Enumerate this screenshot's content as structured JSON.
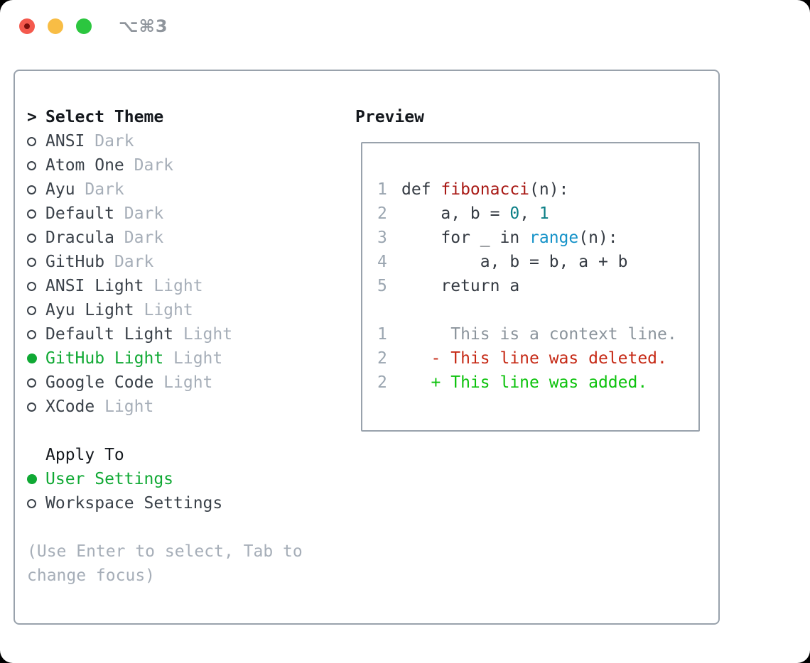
{
  "colors": {
    "accent_green": "#10a934",
    "diff_add_green": "#0cc20c",
    "diff_del_red": "#c62a16",
    "func_red": "#a81814",
    "number_teal": "#0b7f86",
    "builtin_blue": "#1492c8",
    "muted_gray": "#a6aeb8",
    "code_plain": "#343a42",
    "line_number_gray": "#9aa5b0",
    "context_gray": "#8b949c",
    "border_gray": "#99a2ac",
    "text_dark": "#14181d",
    "item_text": "#3a4149",
    "radio_outline": "#3c434b",
    "traffic_red": "#f4594d",
    "traffic_red_dot": "#7c100c",
    "traffic_yellow": "#f8bd45",
    "traffic_green": "#2cc63f",
    "title_gray": "#8f959c"
  },
  "window": {
    "title": "⌥⌘3"
  },
  "theme_selector": {
    "header": {
      "marker": ">",
      "label": "Select Theme"
    },
    "themes": [
      {
        "name": "ANSI",
        "variant": "Dark",
        "selected": false
      },
      {
        "name": "Atom One",
        "variant": "Dark",
        "selected": false
      },
      {
        "name": "Ayu",
        "variant": "Dark",
        "selected": false
      },
      {
        "name": "Default",
        "variant": "Dark",
        "selected": false
      },
      {
        "name": "Dracula",
        "variant": "Dark",
        "selected": false
      },
      {
        "name": "GitHub",
        "variant": "Dark",
        "selected": false
      },
      {
        "name": "ANSI Light",
        "variant": "Light",
        "selected": false
      },
      {
        "name": "Ayu Light",
        "variant": "Light",
        "selected": false
      },
      {
        "name": "Default Light",
        "variant": "Light",
        "selected": false
      },
      {
        "name": "GitHub Light",
        "variant": "Light",
        "selected": true
      },
      {
        "name": "Google Code",
        "variant": "Light",
        "selected": false
      },
      {
        "name": "XCode",
        "variant": "Light",
        "selected": false
      }
    ],
    "apply_to": {
      "label": "Apply To",
      "options": [
        {
          "label": "User Settings",
          "selected": true
        },
        {
          "label": "Workspace Settings",
          "selected": false
        }
      ]
    },
    "hint_lines": [
      "(Use Enter to select, Tab to",
      "change focus)"
    ]
  },
  "preview": {
    "label": "Preview",
    "code_lines": [
      {
        "num": "1",
        "segments": [
          {
            "text": "def ",
            "type": "plain"
          },
          {
            "text": "fibonacci",
            "type": "func"
          },
          {
            "text": "(n):",
            "type": "plain"
          }
        ]
      },
      {
        "num": "2",
        "segments": [
          {
            "text": "    a, b = ",
            "type": "plain"
          },
          {
            "text": "0",
            "type": "num"
          },
          {
            "text": ", ",
            "type": "plain"
          },
          {
            "text": "1",
            "type": "num"
          }
        ]
      },
      {
        "num": "3",
        "segments": [
          {
            "text": "    for _ in ",
            "type": "plain"
          },
          {
            "text": "range",
            "type": "builtin"
          },
          {
            "text": "(n):",
            "type": "plain"
          }
        ]
      },
      {
        "num": "4",
        "segments": [
          {
            "text": "        a, b = b, a + b",
            "type": "plain"
          }
        ]
      },
      {
        "num": "5",
        "segments": [
          {
            "text": "    return a",
            "type": "plain"
          }
        ]
      },
      {
        "num": "",
        "segments": []
      },
      {
        "num": "1",
        "segments": [
          {
            "text": "     This is a context line.",
            "type": "context"
          }
        ]
      },
      {
        "num": "2",
        "segments": [
          {
            "text": "   - This line was deleted.",
            "type": "deleted"
          }
        ]
      },
      {
        "num": "2",
        "segments": [
          {
            "text": "   + This line was added.",
            "type": "added"
          }
        ]
      }
    ]
  }
}
